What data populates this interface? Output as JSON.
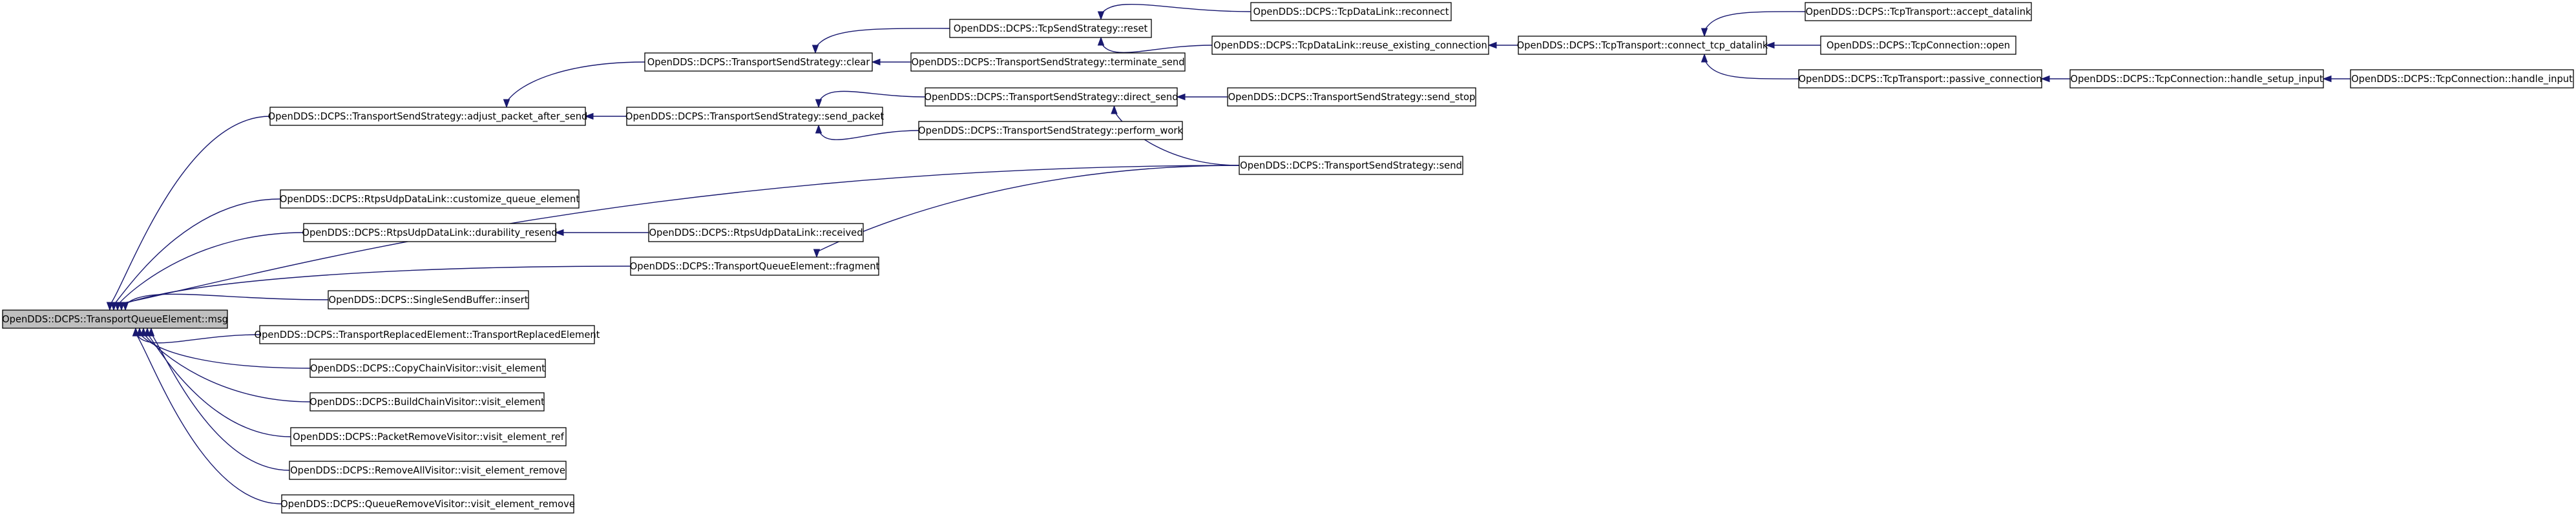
{
  "diagram": {
    "type": "caller-graph",
    "colors": {
      "edge": "#191970",
      "root_fill": "#bfbfbf",
      "node_fill": "#ffffff",
      "border": "#000000",
      "text": "#000000"
    },
    "nodes": [
      {
        "id": "msg",
        "label": "OpenDDS::DCPS::TransportQueueElement::msg",
        "root": true
      },
      {
        "id": "adjust",
        "label": "OpenDDS::DCPS::TransportSendStrategy::adjust_packet_after_send"
      },
      {
        "id": "customize",
        "label": "OpenDDS::DCPS::RtpsUdpDataLink::customize_queue_element"
      },
      {
        "id": "durability",
        "label": "OpenDDS::DCPS::RtpsUdpDataLink::durability_resend"
      },
      {
        "id": "fragment",
        "label": "OpenDDS::DCPS::TransportQueueElement::fragment"
      },
      {
        "id": "insert",
        "label": "OpenDDS::DCPS::SingleSendBuffer::insert"
      },
      {
        "id": "replaced",
        "label": "OpenDDS::DCPS::TransportReplacedElement::TransportReplacedElement"
      },
      {
        "id": "copychain",
        "label": "OpenDDS::DCPS::CopyChainVisitor::visit_element"
      },
      {
        "id": "buildchain",
        "label": "OpenDDS::DCPS::BuildChainVisitor::visit_element"
      },
      {
        "id": "packetremove",
        "label": "OpenDDS::DCPS::PacketRemoveVisitor::visit_element_ref"
      },
      {
        "id": "removeall",
        "label": "OpenDDS::DCPS::RemoveAllVisitor::visit_element_remove"
      },
      {
        "id": "queueremove",
        "label": "OpenDDS::DCPS::QueueRemoveVisitor::visit_element_remove"
      },
      {
        "id": "clear",
        "label": "OpenDDS::DCPS::TransportSendStrategy::clear"
      },
      {
        "id": "send_packet",
        "label": "OpenDDS::DCPS::TransportSendStrategy::send_packet"
      },
      {
        "id": "received",
        "label": "OpenDDS::DCPS::RtpsUdpDataLink::received"
      },
      {
        "id": "reset",
        "label": "OpenDDS::DCPS::TcpSendStrategy::reset"
      },
      {
        "id": "terminate",
        "label": "OpenDDS::DCPS::TransportSendStrategy::terminate_send"
      },
      {
        "id": "direct_send",
        "label": "OpenDDS::DCPS::TransportSendStrategy::direct_send"
      },
      {
        "id": "perform_work",
        "label": "OpenDDS::DCPS::TransportSendStrategy::perform_work"
      },
      {
        "id": "send",
        "label": "OpenDDS::DCPS::TransportSendStrategy::send"
      },
      {
        "id": "reconnect",
        "label": "OpenDDS::DCPS::TcpDataLink::reconnect"
      },
      {
        "id": "reuse",
        "label": "OpenDDS::DCPS::TcpDataLink::reuse_existing_connection"
      },
      {
        "id": "send_stop",
        "label": "OpenDDS::DCPS::TransportSendStrategy::send_stop"
      },
      {
        "id": "connect_tcp",
        "label": "OpenDDS::DCPS::TcpTransport::connect_tcp_datalink"
      },
      {
        "id": "accept",
        "label": "OpenDDS::DCPS::TcpTransport::accept_datalink"
      },
      {
        "id": "open",
        "label": "OpenDDS::DCPS::TcpConnection::open"
      },
      {
        "id": "passive",
        "label": "OpenDDS::DCPS::TcpTransport::passive_connection"
      },
      {
        "id": "setup_input",
        "label": "OpenDDS::DCPS::TcpConnection::handle_setup_input"
      },
      {
        "id": "handle_input",
        "label": "OpenDDS::DCPS::TcpConnection::handle_input"
      }
    ],
    "edges": [
      {
        "from": "adjust",
        "to": "msg"
      },
      {
        "from": "customize",
        "to": "msg"
      },
      {
        "from": "durability",
        "to": "msg"
      },
      {
        "from": "fragment",
        "to": "msg"
      },
      {
        "from": "insert",
        "to": "msg"
      },
      {
        "from": "replaced",
        "to": "msg"
      },
      {
        "from": "copychain",
        "to": "msg"
      },
      {
        "from": "buildchain",
        "to": "msg"
      },
      {
        "from": "packetremove",
        "to": "msg"
      },
      {
        "from": "removeall",
        "to": "msg"
      },
      {
        "from": "queueremove",
        "to": "msg"
      },
      {
        "from": "send",
        "to": "msg"
      },
      {
        "from": "clear",
        "to": "adjust"
      },
      {
        "from": "send_packet",
        "to": "adjust"
      },
      {
        "from": "received",
        "to": "durability"
      },
      {
        "from": "send",
        "to": "fragment"
      },
      {
        "from": "reset",
        "to": "clear"
      },
      {
        "from": "terminate",
        "to": "clear"
      },
      {
        "from": "direct_send",
        "to": "send_packet"
      },
      {
        "from": "perform_work",
        "to": "send_packet"
      },
      {
        "from": "reconnect",
        "to": "reset"
      },
      {
        "from": "reuse",
        "to": "reset"
      },
      {
        "from": "send_stop",
        "to": "direct_send"
      },
      {
        "from": "send",
        "to": "direct_send"
      },
      {
        "from": "connect_tcp",
        "to": "reuse"
      },
      {
        "from": "accept",
        "to": "connect_tcp"
      },
      {
        "from": "open",
        "to": "connect_tcp"
      },
      {
        "from": "passive",
        "to": "connect_tcp"
      },
      {
        "from": "setup_input",
        "to": "passive"
      },
      {
        "from": "handle_input",
        "to": "setup_input"
      }
    ]
  }
}
